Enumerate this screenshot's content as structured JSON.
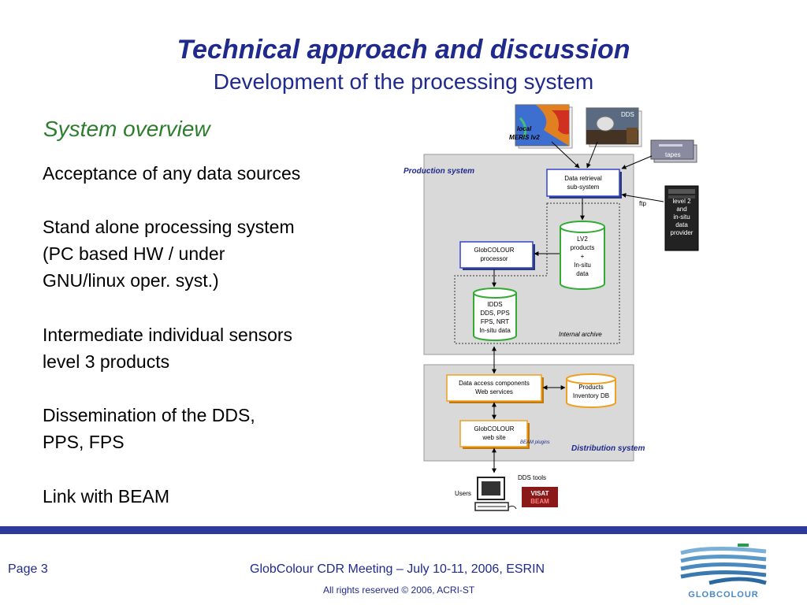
{
  "slide": {
    "title": "Technical approach and discussion",
    "subtitle": "Development of the processing system",
    "section": "System overview"
  },
  "bullets": [
    [
      "Acceptance of any data sources"
    ],
    [
      "Stand alone processing system",
      "(PC based HW / under",
      "GNU/linux oper. syst.)"
    ],
    [
      "Intermediate individual sensors",
      "level 3 products"
    ],
    [
      "Dissemination of the DDS,",
      "PPS, FPS"
    ],
    [
      "Link with BEAM"
    ]
  ],
  "diagram": {
    "production_label": "Production system",
    "distribution_label": "Distribution system",
    "internal_archive_label": "Internal archive",
    "local_meris_lines": [
      "local",
      "MERIS lv2"
    ],
    "dds_label": "DDS",
    "tapes_label": "tapes",
    "ftp_label": "ftp",
    "level2_provider_lines": [
      "level 2",
      "and",
      "in-situ",
      "data",
      "provider"
    ],
    "data_retrieval_lines": [
      "Data retrieval",
      "sub-system"
    ],
    "globcolour_processor_lines": [
      "GlobCOLOUR",
      "processor"
    ],
    "lv2_lines": [
      "LV2",
      "products",
      "+",
      "In-situ",
      "data"
    ],
    "idds_lines": [
      "IDDS",
      "DDS, PPS",
      "FPS, NRT",
      "In-situ data"
    ],
    "data_access_lines": [
      "Data access components",
      "Web services"
    ],
    "products_inventory_lines": [
      "Products",
      "Inventory DB"
    ],
    "web_site_lines": [
      "GlobCOLOUR",
      "web site"
    ],
    "beam_plugins_label": "BEAM plugins",
    "dds_tools_label": "DDS tools",
    "users_label": "Users",
    "visat_lines": [
      "VISAT",
      "BEAM"
    ]
  },
  "footer": {
    "page": "Page 3",
    "meeting": "GlobColour CDR Meeting – July 10-11, 2006, ESRIN",
    "copyright": "All rights reserved © 2006, ACRI-ST",
    "logo_text": "GLOBCOLOUR"
  },
  "colors": {
    "title": "#1f2a8c",
    "section": "#2e7d2e",
    "footer_bar": "#2f3b9a",
    "blue_box": "#3344cc",
    "orange_box": "#f0a020",
    "green_cylinder": "#33aa33"
  }
}
